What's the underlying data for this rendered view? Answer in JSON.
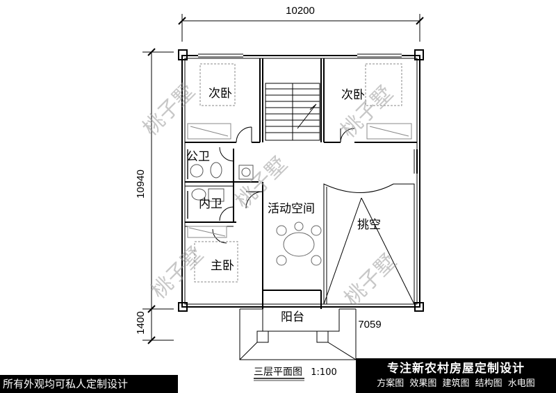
{
  "dimensions": {
    "top": "10200",
    "left": "10940",
    "left_bottom": "1400",
    "bottom_right": "7059"
  },
  "rooms": {
    "bedroom_top_left": "次卧",
    "bedroom_top_right": "次卧",
    "public_bath": "公卫",
    "ensuite_bath": "内卫",
    "activity": "活动空间",
    "void": "挑空",
    "master": "主卧",
    "balcony": "阳台"
  },
  "watermark": "桃子墅",
  "caption": {
    "title": "三层平面图",
    "scale": "1:100"
  },
  "banner_left": "所有外观均可私人定制设计",
  "banner_right": {
    "title": "专注新农村房屋定制设计",
    "subtitle": "方案图 效果图 建筑图 结构图 水电图"
  }
}
